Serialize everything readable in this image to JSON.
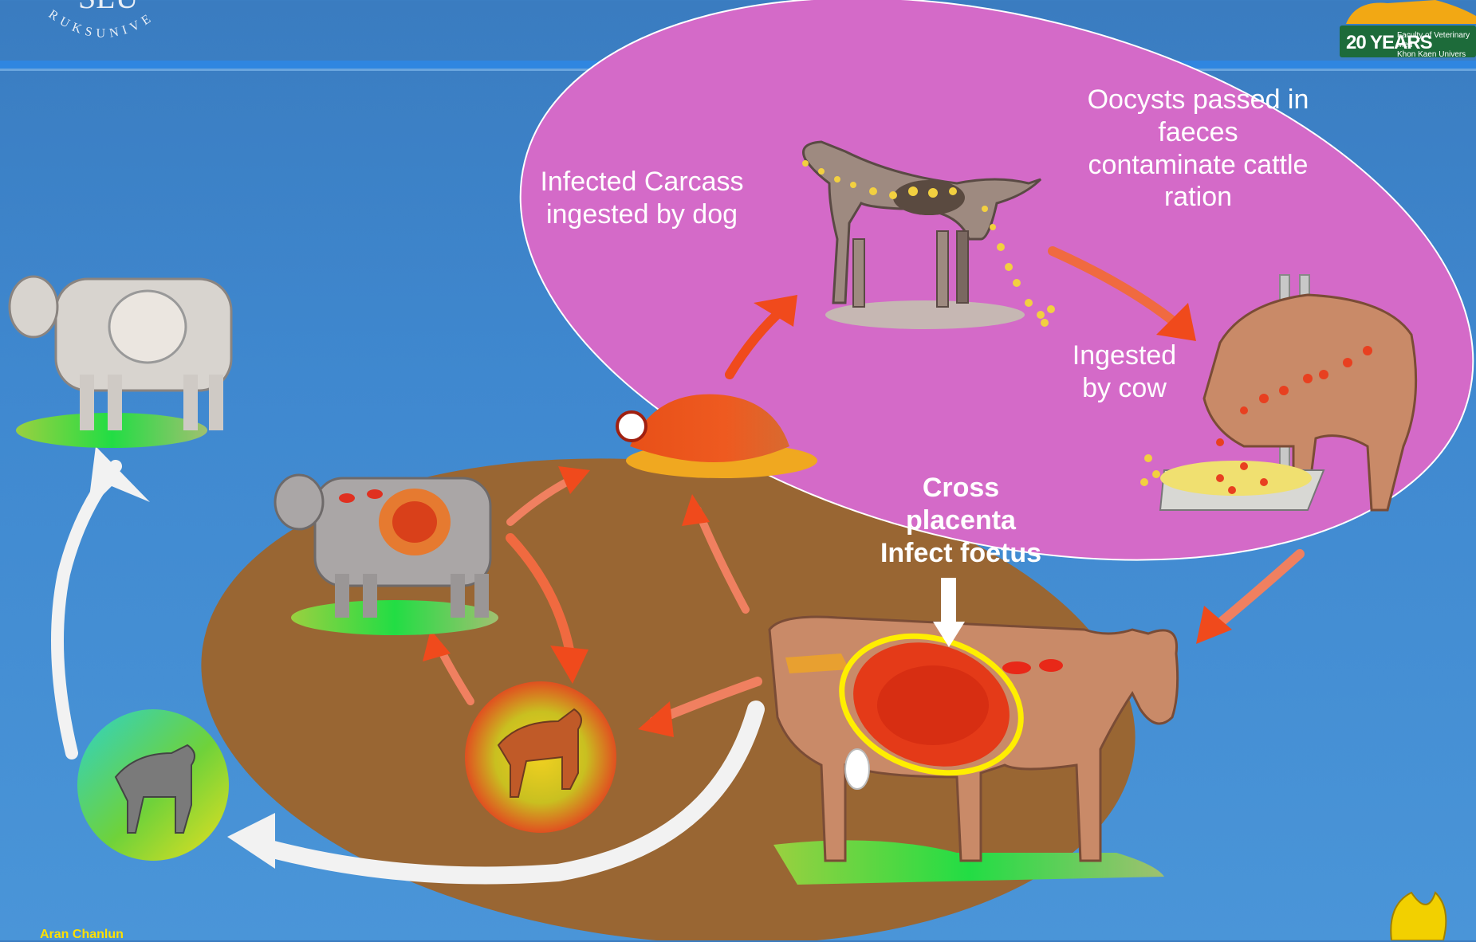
{
  "labels": {
    "carcass": "Infected Carcass ingested by dog",
    "oocysts": "Oocysts passed in faeces contaminate cattle ration",
    "ingested": "Ingested by cow",
    "cross_1": "Cross",
    "cross_2": "placenta",
    "cross_3": "Infect foetus"
  },
  "header": {
    "left_logo_text": "SLU",
    "left_logo_arc": "RUKSUNIVE",
    "right_logo_big": "20 YEARS",
    "right_logo_small_1": "Faculty of Veterinary Med",
    "right_logo_small_2": "Khon Kaen Univers"
  },
  "footer": {
    "author": "Aran Chanlun"
  },
  "colors": {
    "background": "#3f88cf",
    "dog_cycle_ellipse": "#d46ac8",
    "cattle_cycle_ellipse": "#996633",
    "arrow_red": "#f04a1c",
    "arrow_white": "#f2f2f2",
    "highlight_ring": "#ffee00"
  }
}
